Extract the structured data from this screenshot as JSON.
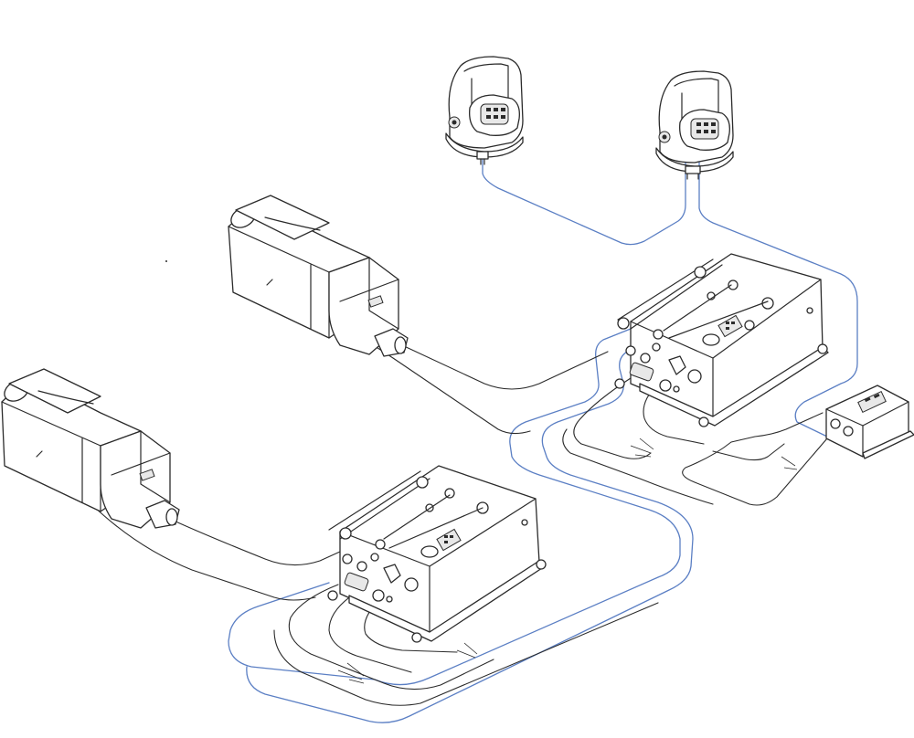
{
  "diagram": {
    "components": {
      "control_heads": [
        "control-head-1",
        "control-head-2"
      ],
      "actuators": [
        "actuator-upper",
        "actuator-lower"
      ],
      "control_boxes": [
        "control-box-upper",
        "control-box-lower"
      ],
      "junction_box": "junction-box"
    },
    "colors": {
      "line": "#2b2b2b",
      "signal_cable": "#5b7fc4",
      "background": "#ffffff"
    }
  }
}
